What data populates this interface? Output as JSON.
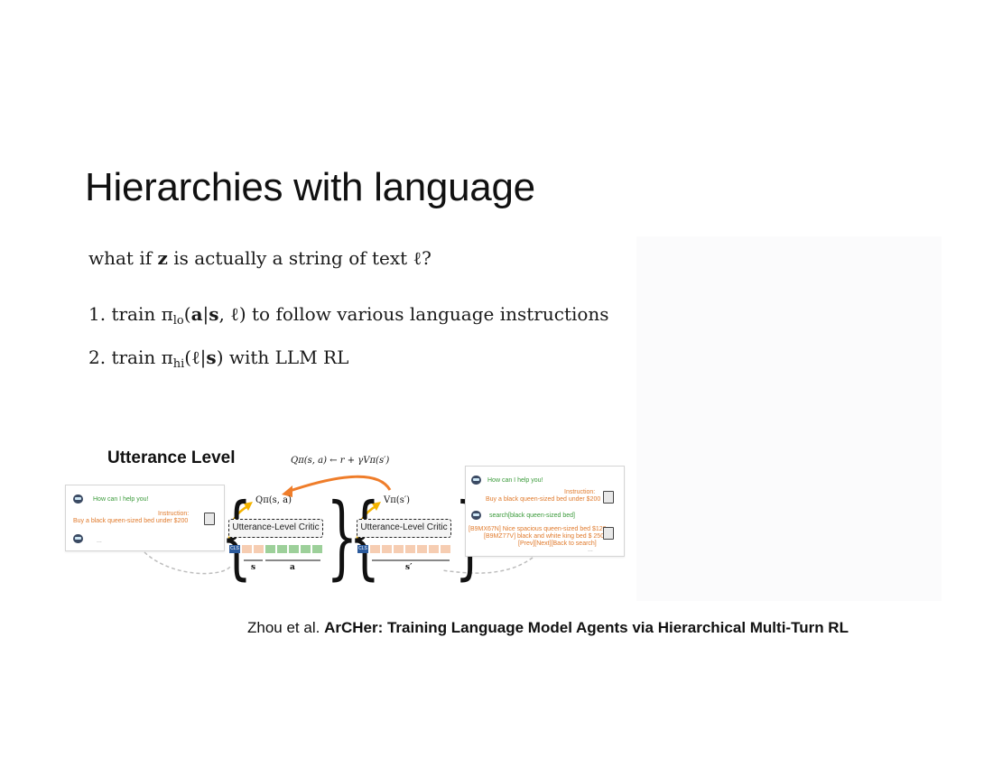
{
  "slide": {
    "title": "Hierarchies with language",
    "line1": {
      "pre": "what if ",
      "z": "z",
      "post": " is actually a string of text ℓ?"
    },
    "item1": {
      "num": "1.",
      "pre": " train π",
      "sub": "lo",
      "args": "(",
      "a": "a",
      "bar": "|",
      "s": "s",
      "rest": ", ℓ) to follow various language instructions"
    },
    "item2": {
      "num": "2.",
      "pre": " train π",
      "sub": "hi",
      "rest": "(ℓ|",
      "s": "s",
      "post": ") with LLM RL"
    }
  },
  "figure": {
    "label": "Utterance Level",
    "q_update": "Qπ(s, a) ← r + γVπ(s′)",
    "q_label": "Qπ(s, a)",
    "v_label": "Vπ(s′)",
    "critic": "Utterance-Level Critic",
    "cls": "CLS",
    "dim_s": "s",
    "dim_a": "a",
    "dim_s_prime": "s′",
    "left_card": {
      "greeting": "How can I help you!",
      "instruction_label": "Instruction:",
      "instruction": "Buy a black queen-sized bed under $200",
      "ellipsis": "..."
    },
    "right_card": {
      "greeting": "How can I help you!",
      "instruction_label": "Instruction:",
      "instruction": "Buy a black queen-sized bed under $200",
      "search": "search[black queen-sized bed]",
      "result1": "[B9MX67N] Nice spacious queen-sized bed $120",
      "result2": "[B9MZ77V] black and white king bed $ 250",
      "nav": "[Prev][Next][Back to search]",
      "ellipsis": "..."
    },
    "colors": {
      "green": "#3a9a3a",
      "orange": "#e07a2c",
      "state_token": "#f6cdb2",
      "action_token": "#9dd09a",
      "cls": "#2b5a9c",
      "arrow_yellow": "#f4b400",
      "arrow_orange": "#ef7d2a"
    }
  },
  "citation": {
    "authors": "Zhou et al.",
    "title": "ArCHer: Training Language Model Agents via Hierarchical Multi-Turn RL"
  }
}
